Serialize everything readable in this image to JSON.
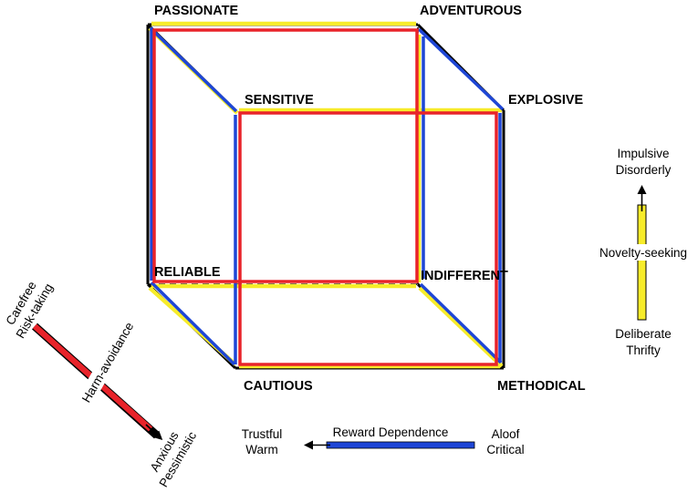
{
  "colors": {
    "red": "#e8232a",
    "blue": "#1e46d6",
    "yellow": "#f7ec2a",
    "black": "#000000"
  },
  "vertices": {
    "passionate": "PASSIONATE",
    "adventurous": "ADVENTUROUS",
    "sensitive": "SENSITIVE",
    "explosive": "EXPLOSIVE",
    "reliable": "RELIABLE",
    "indifferent": "INDIFFERENT",
    "cautious": "CAUTIOUS",
    "methodical": "METHODICAL"
  },
  "novelty_axis": {
    "top_line1": "Impulsive",
    "top_line2": "Disorderly",
    "middle": "Novelty-seeking",
    "bottom_line1": "Deliberate",
    "bottom_line2": "Thrifty",
    "color": "yellow"
  },
  "harm_axis": {
    "start_line1": "Carefree",
    "start_line2": "Risk-taking",
    "middle": "Harm-avoidance",
    "end_line1": "Anxious",
    "end_line2": "Pessimistic",
    "color": "red"
  },
  "reward_axis": {
    "left_line1": "Trustful",
    "left_line2": "Warm",
    "middle": "Reward Dependence",
    "right_line1": "Aloof",
    "right_line2": "Critical",
    "color": "blue"
  }
}
